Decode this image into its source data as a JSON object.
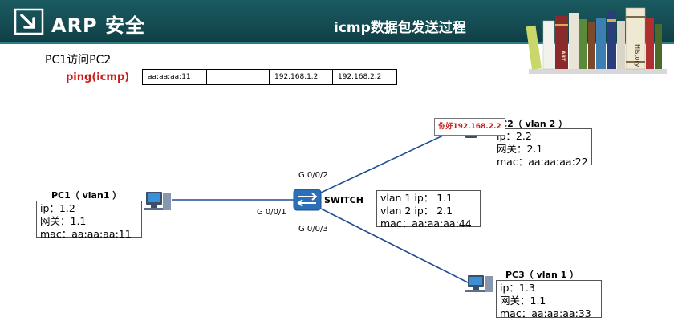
{
  "header": {
    "title": "ARP 安全",
    "subtitle": "icmp数据包发送过程",
    "book_spine_labels": [
      "ART",
      "History"
    ]
  },
  "intro": {
    "access_title": "PC1访问PC2",
    "ping_label": "ping(icmp)"
  },
  "packet": [
    "aa:aa:aa:11",
    "",
    "192.168.1.2",
    "192.168.2.2"
  ],
  "callout": "你好192.168.2.2",
  "switch": {
    "label": "SWITCH",
    "ports": {
      "p1": "G 0/0/1",
      "p2": "G 0/0/2",
      "p3": "G 0/0/3"
    },
    "info": [
      "vlan 1 ip： 1.1",
      "vlan 2 ip： 2.1",
      "mac：aa:aa:aa:44"
    ]
  },
  "pc1": {
    "title": "PC1（ vlan1 ）",
    "info": [
      "ip：1.2",
      "网关：1.1",
      "mac：aa:aa:aa:11"
    ]
  },
  "pc2": {
    "title_partial": "C2（ vlan 2 ）",
    "info": [
      "ip：2.2",
      "网关：2.1",
      "mac：aa:aa:aa:22"
    ]
  },
  "pc3": {
    "title": "PC3（ vlan 1 ）",
    "info": [
      "ip：1.3",
      "网关：1.1",
      "mac：aa:aa:aa:33"
    ]
  },
  "colors": {
    "header_bg": "#144c52",
    "accent_red": "#cc1b1b",
    "link_line": "#1f4f94",
    "switch_blue": "#2a6fb8"
  }
}
